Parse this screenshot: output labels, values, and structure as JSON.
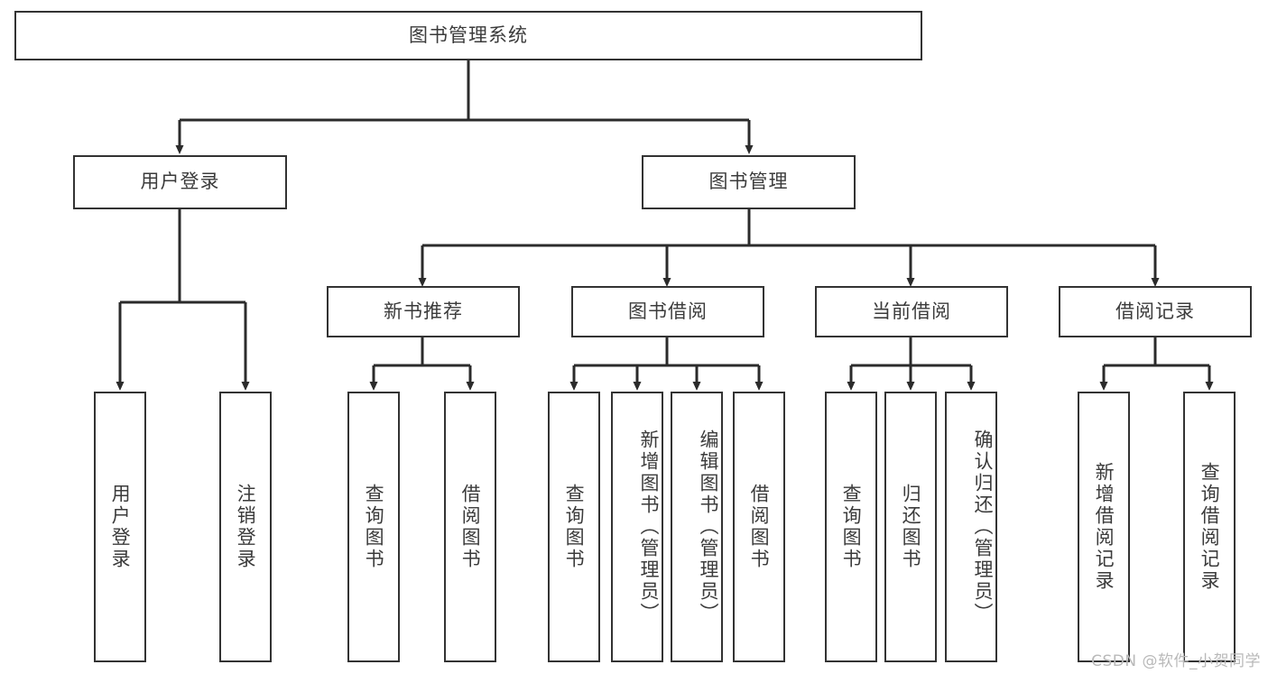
{
  "diagram": {
    "type": "tree",
    "title": "图书管理系统",
    "watermark": "CSDN @软件_小贺同学",
    "colors": {
      "box_border": "#333333",
      "box_fill": "#ffffff",
      "text": "#3b3b3b",
      "edge": "#2b2b2b",
      "watermark": "#b9b9b9"
    },
    "nodes": {
      "root": {
        "label": "图书管理系统"
      },
      "level1": [
        {
          "label": "用户登录"
        },
        {
          "label": "图书管理"
        }
      ],
      "level2": [
        {
          "label": "新书推荐"
        },
        {
          "label": "图书借阅"
        },
        {
          "label": "当前借阅"
        },
        {
          "label": "借阅记录"
        }
      ],
      "leaves": {
        "user_login": [
          {
            "label": "用户登录"
          },
          {
            "label": "注销登录"
          }
        ],
        "new_book": [
          {
            "label": "查询图书"
          },
          {
            "label": "借阅图书"
          }
        ],
        "book_borrow": [
          {
            "label": "查询图书"
          },
          {
            "label": "新增图书（管理员）"
          },
          {
            "label": "编辑图书（管理员）"
          },
          {
            "label": "借阅图书"
          }
        ],
        "current_borrow": [
          {
            "label": "查询图书"
          },
          {
            "label": "归还图书"
          },
          {
            "label": "确认归还（管理员）"
          }
        ],
        "borrow_record": [
          {
            "label": "新增借阅记录"
          },
          {
            "label": "查询借阅记录"
          }
        ]
      }
    }
  }
}
